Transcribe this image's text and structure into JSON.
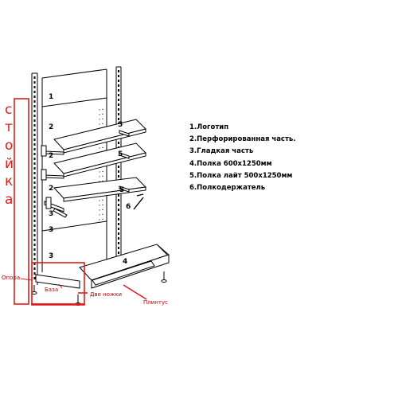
{
  "legend": [
    "1.Логотип",
    "2.Перфорированная часть.",
    "3.Гладкая часть",
    "4.Полка 600х1250мм",
    "5.Полка лайт 500х1250мм",
    "6.Полкодержатель"
  ],
  "labels": {
    "stoika": [
      "с",
      "т",
      "о",
      "й",
      "к",
      "а"
    ],
    "opora": "Опора",
    "baza": "База",
    "dve_nozhki": "Две ножки",
    "plintus": "Плинтус"
  },
  "callouts": {
    "panel_1": "1",
    "panel_2a": "2",
    "panel_2b": "2",
    "panel_2c": "2",
    "panel_3a": "3",
    "panel_3b": "3",
    "panel_3c": "3",
    "shelf_4": "4",
    "shelf_5a": "5",
    "shelf_5b": "5",
    "shelf_5c": "5",
    "holder_6": "6"
  },
  "colors": {
    "annotation_red": "#e21a1a",
    "line": "#000000"
  }
}
